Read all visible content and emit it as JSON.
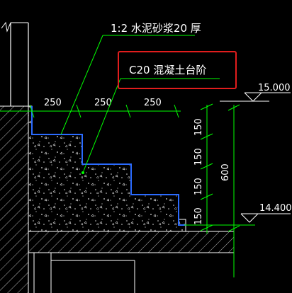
{
  "labels": {
    "coating": "1:2  水泥砂浆20 厚",
    "concrete": "C20  混凝土台阶",
    "elev_top": "15.000",
    "elev_bottom": "14.400",
    "width_1": "250",
    "width_2": "250",
    "width_3": "250",
    "height_1": "150",
    "height_2": "150",
    "height_3": "150",
    "height_4": "150",
    "height_total": "600"
  },
  "colors": {
    "background": "#000000",
    "dimension": "#00ff00",
    "outline": "#ffffff",
    "finish_layer": "#2b6bff",
    "highlight": "#e11d1d"
  }
}
